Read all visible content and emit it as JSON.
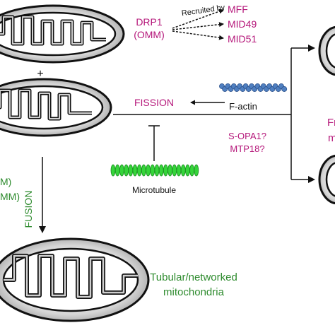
{
  "colors": {
    "magenta": "#b5177a",
    "green": "#2e8b2e",
    "black": "#111111",
    "actin_blue": "#4f7fc0",
    "microtubule_green": "#35d43a",
    "mito_fill": "#d0d0d0"
  },
  "labels": {
    "drp1": "DRP1",
    "omm": "(OMM)",
    "recruited_by": "Recruited by",
    "mff": "MFF",
    "mid49": "MID49",
    "mid51": "MID51",
    "plus": "+",
    "fission": "FISSION",
    "f_actin": "F-actin",
    "s_opa1": "S-OPA1?",
    "mtp18": "MTP18?",
    "fr_partial": "Fr",
    "m_partial": "m",
    "microtubule": "Microtubule",
    "fusion": "FUSION",
    "m_left_1": "M)",
    "m_left_2": "MM)",
    "tubular_line1": "Tubular/networked",
    "tubular_line2": "mitochondria"
  },
  "icons": [
    "mitochondrion-icon",
    "f-actin-filament-icon",
    "microtubule-icon"
  ]
}
